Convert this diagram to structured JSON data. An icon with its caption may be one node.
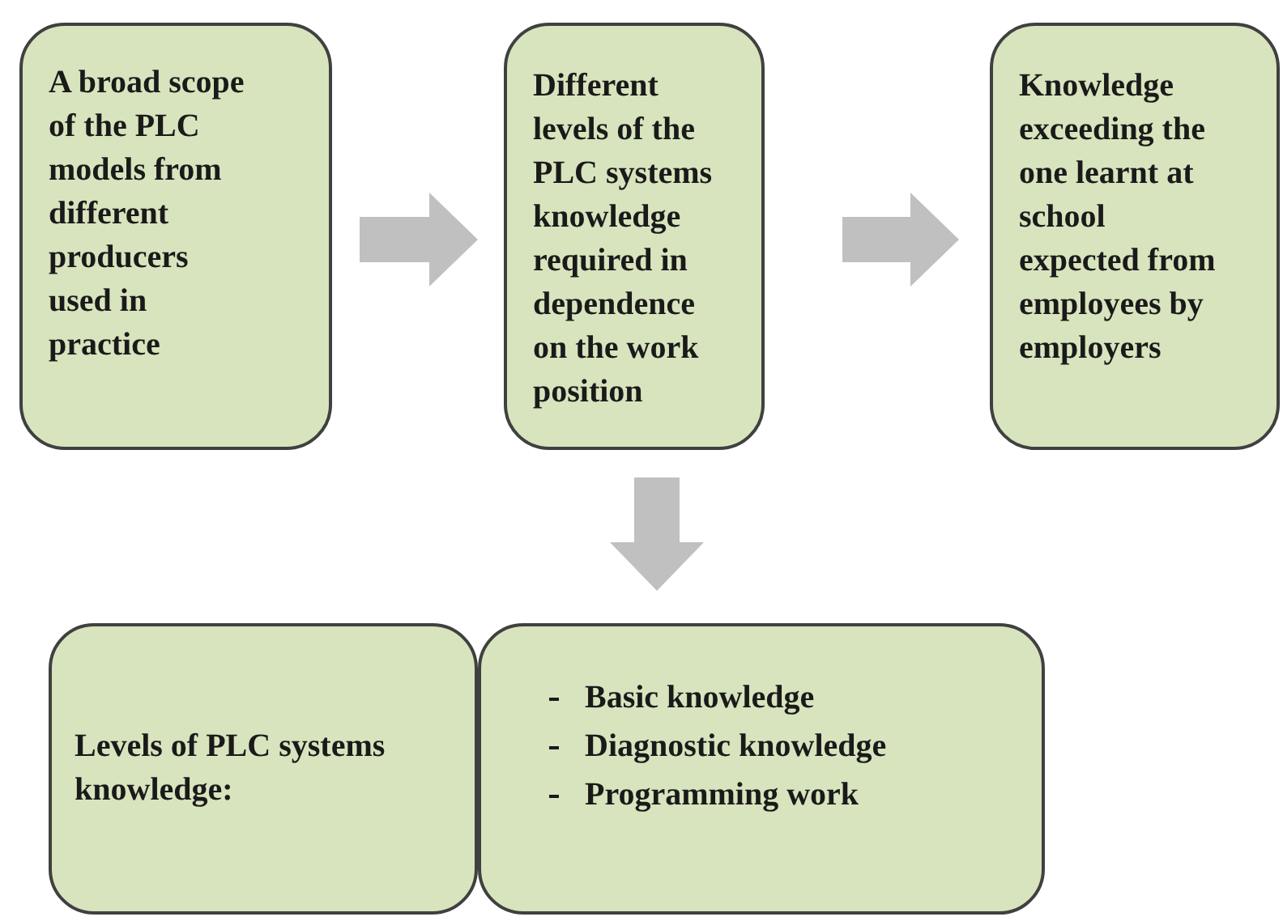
{
  "diagram": {
    "nodes": [
      {
        "text": [
          "A broad scope of the PLC models from different producers used in practice"
        ]
      },
      {
        "text": [
          "Different levels of the PLC systems knowledge required in dependence on the work position"
        ]
      },
      {
        "text": [
          "Knowledge exceeding the one learnt at school expected from employees by employers"
        ]
      },
      {
        "text": [
          "Levels of PLC systems knowledge:"
        ]
      },
      {
        "text": [
          "Basic knowledge",
          "Diagnostic knowledge",
          "Programming work"
        ]
      }
    ],
    "edges": [
      {
        "from": 0,
        "to": 1,
        "arrow": "to"
      },
      {
        "from": 1,
        "to": 2,
        "arrow": "to"
      },
      {
        "from": 1,
        "to": 4,
        "arrow": "to"
      }
    ]
  }
}
